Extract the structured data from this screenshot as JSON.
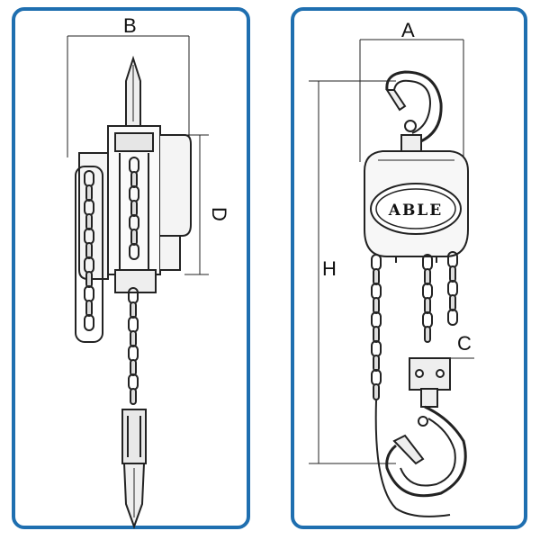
{
  "dimensions": {
    "b_label": "B",
    "d_label": "D",
    "a_label": "A",
    "h_label": "H",
    "c_label": "C"
  },
  "hoist_brand": "ABLE",
  "colors": {
    "panel_border": "#1f6fb0",
    "line": "#222222"
  }
}
